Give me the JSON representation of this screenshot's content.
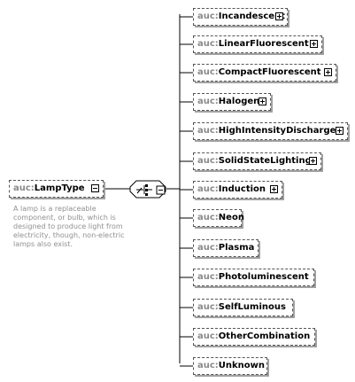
{
  "root": {
    "prefix": "auc:",
    "name": "LampType",
    "description": "A lamp is a replaceable component, or bulb, which is designed to produce light from electricity, though, non-electric lamps also exist."
  },
  "compositor": {
    "kind": "choice",
    "icon": "choice-compositor-icon"
  },
  "children": [
    {
      "prefix": "auc:",
      "name": "Incandescent",
      "expandable": true
    },
    {
      "prefix": "auc:",
      "name": "LinearFluorescent",
      "expandable": true
    },
    {
      "prefix": "auc:",
      "name": "CompactFluorescent",
      "expandable": true
    },
    {
      "prefix": "auc:",
      "name": "Halogen",
      "expandable": true
    },
    {
      "prefix": "auc:",
      "name": "HighIntensityDischarge",
      "expandable": true
    },
    {
      "prefix": "auc:",
      "name": "SolidStateLighting",
      "expandable": true
    },
    {
      "prefix": "auc:",
      "name": "Induction",
      "expandable": true
    },
    {
      "prefix": "auc:",
      "name": "Neon",
      "expandable": false
    },
    {
      "prefix": "auc:",
      "name": "Plasma",
      "expandable": false
    },
    {
      "prefix": "auc:",
      "name": "Photoluminescent",
      "expandable": false
    },
    {
      "prefix": "auc:",
      "name": "SelfLuminous",
      "expandable": false
    },
    {
      "prefix": "auc:",
      "name": "OtherCombination",
      "expandable": false
    },
    {
      "prefix": "auc:",
      "name": "Unknown",
      "expandable": false
    }
  ],
  "colors": {
    "border": "#555555",
    "shadow": "#a0a0a0",
    "prefix": "#8a8a8a",
    "description": "#909090",
    "line": "#000000"
  }
}
